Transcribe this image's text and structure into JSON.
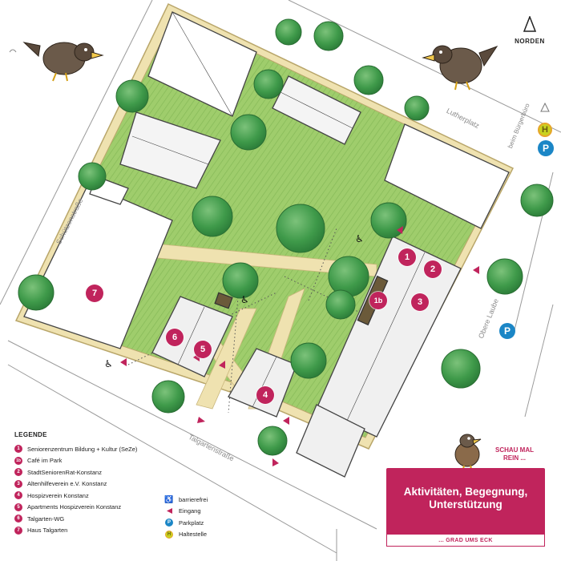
{
  "compass": {
    "label": "NORDEN"
  },
  "streets": {
    "schuetzenstrasse": "Schützenstraße",
    "lutherplatz": "Lutherplatz",
    "beim_buergerbuero": "beim Bürgerbüro",
    "obere_laube": "Obere Laube",
    "talgartenstrasse": "Talgartenstraße"
  },
  "markers": [
    {
      "id": "1",
      "label": "1"
    },
    {
      "id": "2",
      "label": "2"
    },
    {
      "id": "1b",
      "label": "1b"
    },
    {
      "id": "3",
      "label": "3"
    },
    {
      "id": "7",
      "label": "7"
    },
    {
      "id": "6",
      "label": "6"
    },
    {
      "id": "5",
      "label": "5"
    },
    {
      "id": "4",
      "label": "4"
    }
  ],
  "map_icons": {
    "parking": "P",
    "haltestelle": "H"
  },
  "legend": {
    "title": "LEGENDE",
    "items": [
      {
        "num": "1",
        "label": "Seniorenzentrum Bildung + Kultur (SeZe)"
      },
      {
        "num": "1b",
        "label": "Café im Park"
      },
      {
        "num": "2",
        "label": "StadtSeniorenRat-Konstanz"
      },
      {
        "num": "3",
        "label": "Altenhilfeverein e.V. Konstanz"
      },
      {
        "num": "4",
        "label": "Hospizverein Konstanz"
      },
      {
        "num": "5",
        "label": "Apartments Hospizverein Konstanz"
      },
      {
        "num": "6",
        "label": "Talgarten-WG"
      },
      {
        "num": "7",
        "label": "Haus Talgarten"
      }
    ],
    "symbols": [
      {
        "icon": "wheelchair-icon",
        "label": "barrierefrei"
      },
      {
        "icon": "entrance-icon",
        "label": "Eingang"
      },
      {
        "icon": "parking-icon",
        "label": "Parkplatz",
        "glyph": "P"
      },
      {
        "icon": "bus-stop-icon",
        "label": "Haltestelle",
        "glyph": "H"
      }
    ]
  },
  "callout": {
    "line1": "SCHAU MAL",
    "line2": "REIN ..."
  },
  "banner": {
    "title_line1": "Aktivitäten, Begegnung,",
    "title_line2": "Unterstützung",
    "subtitle": "... GRAD UMS ECK"
  },
  "colors": {
    "accent": "#c0245c",
    "grass": "#a9d37a",
    "path": "#f1e6b8",
    "tree": "#3f9a4a",
    "parking": "#1b86c6",
    "haltestelle": "#c9d21f"
  }
}
